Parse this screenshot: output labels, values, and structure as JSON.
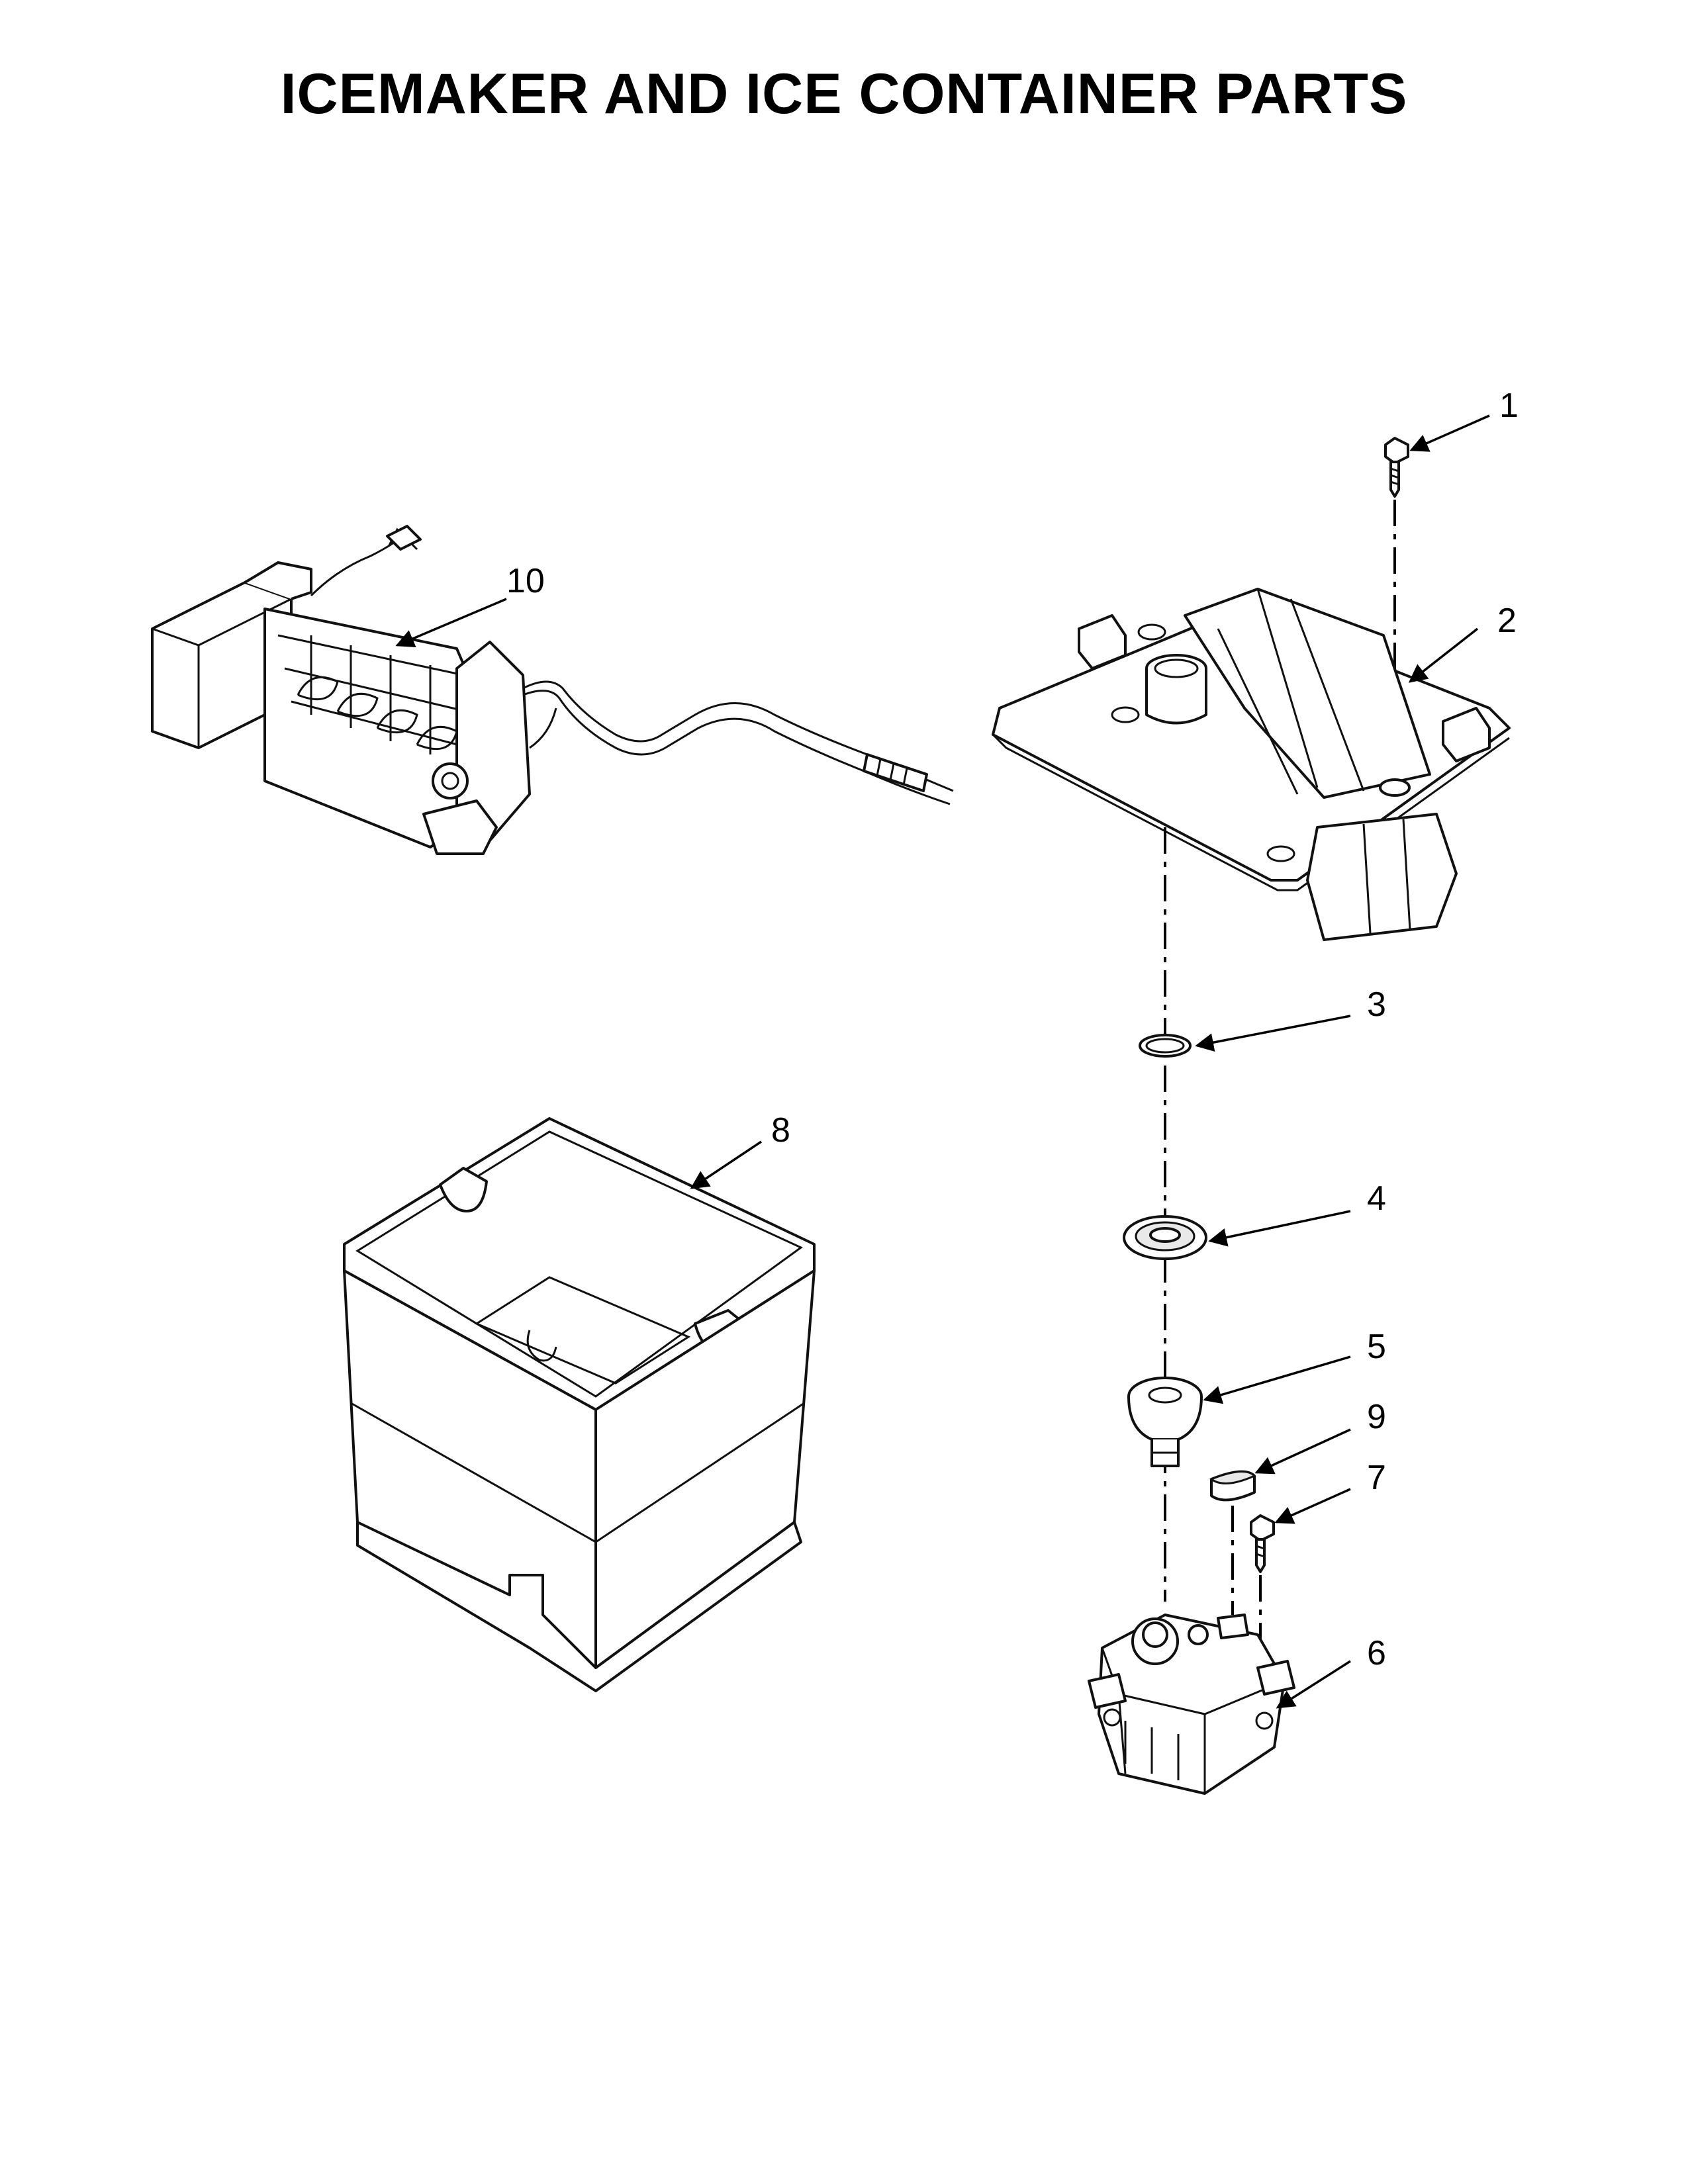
{
  "title": "ICEMAKER AND ICE CONTAINER PARTS",
  "callouts": [
    {
      "id": "1",
      "part": "screw-top"
    },
    {
      "id": "2",
      "part": "auger-housing"
    },
    {
      "id": "3",
      "part": "ring-washer"
    },
    {
      "id": "4",
      "part": "bearing-seal"
    },
    {
      "id": "5",
      "part": "auger-coupler"
    },
    {
      "id": "6",
      "part": "auger-motor"
    },
    {
      "id": "7",
      "part": "screw-motor"
    },
    {
      "id": "8",
      "part": "ice-container"
    },
    {
      "id": "9",
      "part": "spacer-pad"
    },
    {
      "id": "10",
      "part": "icemaker-assembly"
    }
  ]
}
